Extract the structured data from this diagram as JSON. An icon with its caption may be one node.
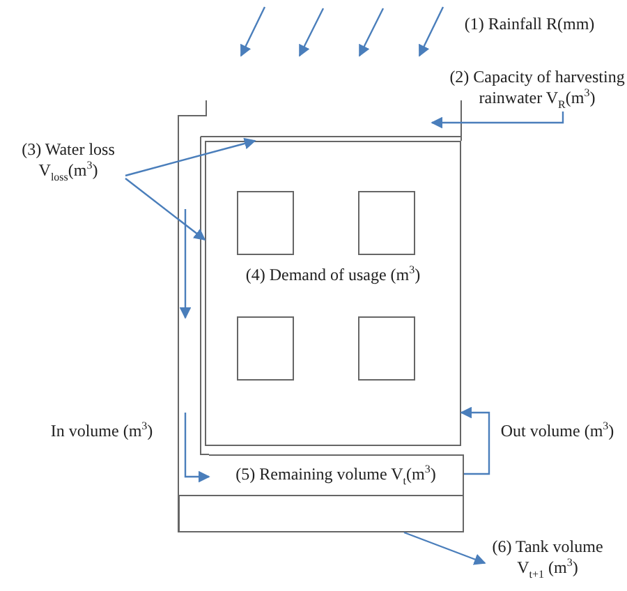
{
  "diagram": {
    "nodes": [
      {
        "text": [
          "(2) Capacity of harvesting rainwater V$_{R}$(m$^{3}$)"
        ]
      },
      {
        "text": [
          "(3) Water loss V$_{loss}$(m$^{3}$)"
        ]
      },
      {
        "text": [
          "(4) Demand of usage (m$^{3}$)"
        ]
      },
      {
        "text": [],
        "shape": "box",
        "in": 2
      },
      {
        "text": [],
        "shape": "box",
        "in": 2
      },
      {
        "text": [],
        "shape": "box",
        "in": 2
      },
      {
        "text": [],
        "shape": "box",
        "in": 2
      },
      {
        "text": [
          "(5) Remaining volume V$_{t}$(m$^{3}$)"
        ]
      },
      {
        "text": [],
        "shape": "box"
      },
      {
        "text": [
          "(6) Tank volume V$_{t+1}$ (m$^{3}$)"
        ]
      }
    ],
    "edges": [
      {
        "from": 0,
        "to": null,
        "arrow": "to"
      },
      {
        "from": 1,
        "to": 2,
        "arrow": "to"
      },
      {
        "from": 1,
        "to": 2,
        "arrow": "to"
      },
      {
        "from": 7,
        "to": 2,
        "arrow": "to"
      },
      {
        "from": null,
        "to": 7,
        "arrow": "to"
      },
      {
        "from": 8,
        "to": 9,
        "arrow": "to"
      }
    ],
    "labels": [
      "(1) Rainfall R(mm)",
      "In volume (m$^{3}$)",
      "Out volume (m$^{3}$)"
    ]
  }
}
